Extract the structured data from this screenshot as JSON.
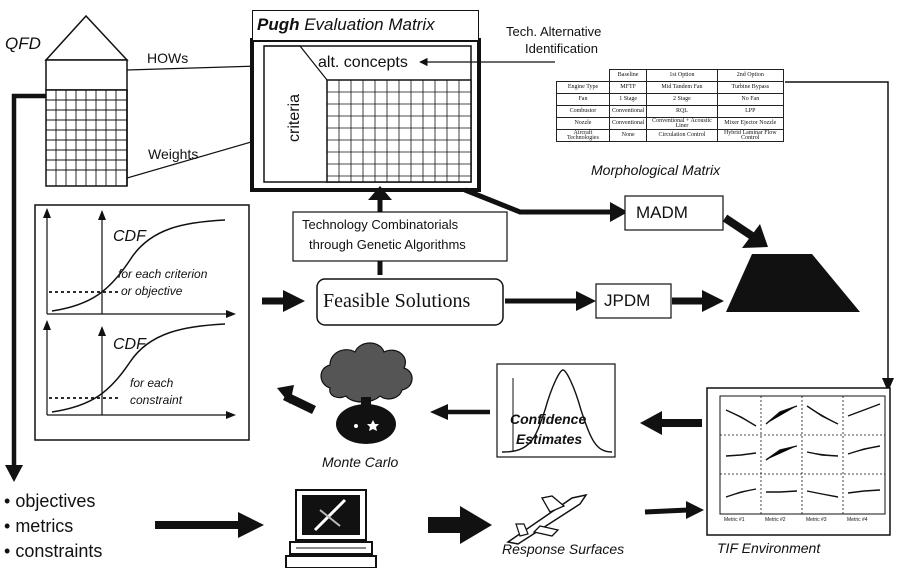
{
  "qfd": {
    "title": "QFD",
    "hows_label": "HOWs",
    "weights_label": "Weights"
  },
  "pugh": {
    "title_bold": "Pugh",
    "title_rest": " Evaluation Matrix",
    "alt_concepts": "alt. concepts",
    "criteria": "criteria"
  },
  "tech_alt": {
    "line1": "Tech. Alternative",
    "line2": "Identification"
  },
  "morph": {
    "caption": "Morphological Matrix",
    "header": [
      "",
      "Baseline",
      "1st Option",
      "2nd Option"
    ],
    "rows": [
      [
        "Engine Type",
        "MFTF",
        "Mid Tandem Fan",
        "Turbine Bypass"
      ],
      [
        "Fan",
        "1 Stage",
        "2 Stage",
        "No Fan"
      ],
      [
        "Combustor",
        "Conventional",
        "RQL",
        "LPP"
      ],
      [
        "Nozzle",
        "Conventional",
        "Conventional + Acoustic Liner",
        "Mixer Ejector Nozzle"
      ],
      [
        "Aircraft Technologies",
        "None",
        "Circulation Control",
        "Hybrid Laminar Flow Control"
      ]
    ]
  },
  "tech_comb": {
    "line1": "Technology Combinatorials",
    "line2": "through Genetic Algorithms"
  },
  "madm": "MADM",
  "jpdm": "JPDM",
  "feasible": "Feasible Solutions",
  "cdf_top": {
    "title": "CDF",
    "line1": "for each criterion",
    "line2": "or objective"
  },
  "cdf_bottom": {
    "title": "CDF",
    "line1": "for each",
    "line2": "constraint"
  },
  "monte_carlo": "Monte Carlo",
  "confidence": {
    "line1": "Confidence",
    "line2": "Estimates"
  },
  "tif": {
    "caption": "TIF Environment",
    "metrics": [
      "Metric #1",
      "Metric #2",
      "Metric #3",
      "Metric #4"
    ]
  },
  "bullets": [
    "objectives",
    "metrics",
    "constraints"
  ],
  "response_surfaces": "Response Surfaces"
}
